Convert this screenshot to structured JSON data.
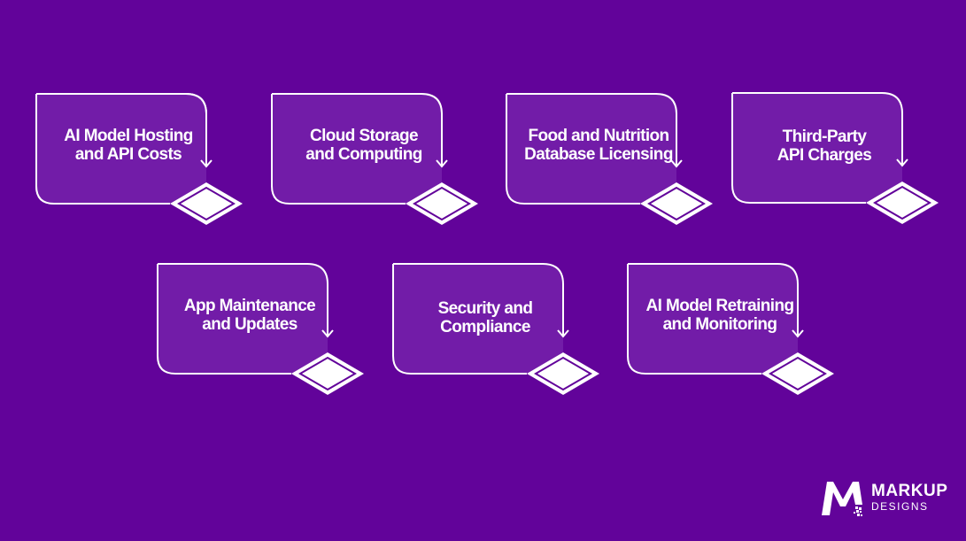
{
  "steps": [
    {
      "line1": "AI Model Hosting",
      "line2": "and API Costs"
    },
    {
      "line1": "Cloud Storage",
      "line2": "and Computing"
    },
    {
      "line1": "Food and Nutrition",
      "line2": "Database Licensing"
    },
    {
      "line1": "Third-Party",
      "line2": "API Charges"
    },
    {
      "line1": "App Maintenance",
      "line2": "and Updates"
    },
    {
      "line1": "Security and",
      "line2": "Compliance"
    },
    {
      "line1": "AI Model Retraining",
      "line2": "and Monitoring"
    }
  ],
  "brand": {
    "logo_icon": "markup-m-logo-icon",
    "name": "MARKUP",
    "tagline": "DESIGNS"
  },
  "colors": {
    "background": "#62039a",
    "card_fill": "#721ca8",
    "stroke": "#ffffff"
  }
}
